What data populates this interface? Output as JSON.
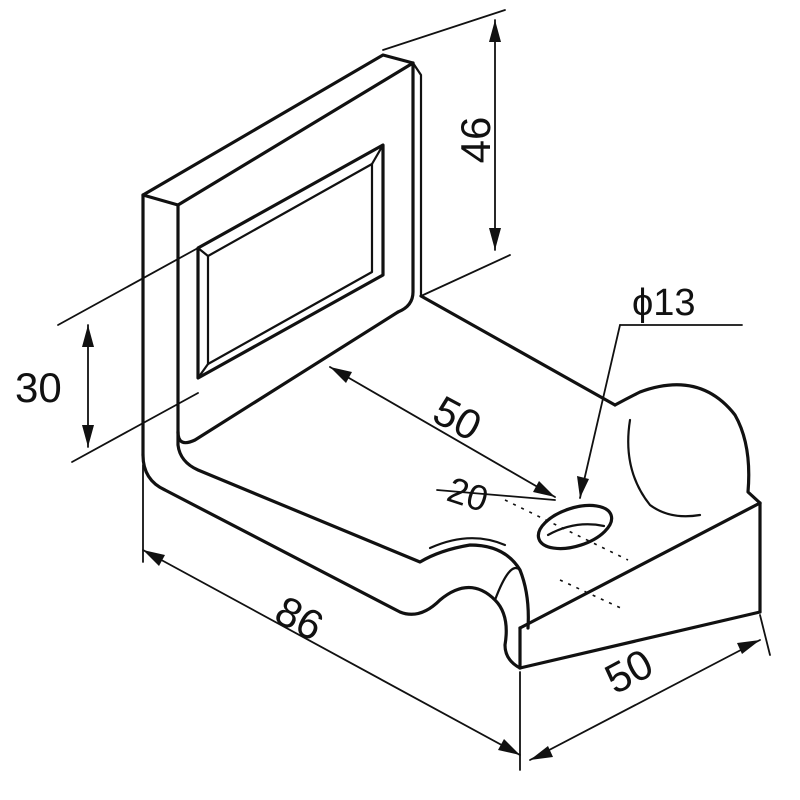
{
  "dimensions": {
    "height": "46",
    "window_height": "30",
    "depth": "50",
    "hole_offset": "20",
    "hole_diameter": "ϕ13",
    "length": "86",
    "width": "50"
  }
}
